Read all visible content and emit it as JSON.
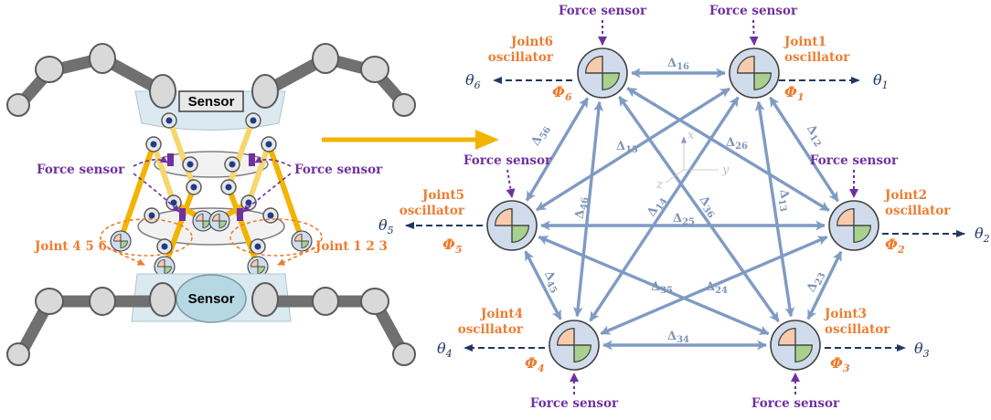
{
  "robot": {
    "top_sensor_label": "Sensor",
    "bottom_sensor_label": "Sensor",
    "force_sensor_left": "Force sensor",
    "force_sensor_right": "Force sensor",
    "joint_group_left": "Joint 4 5 6",
    "joint_group_right": "Joint 1 2 3"
  },
  "network": {
    "oscillators": [
      {
        "id": 1,
        "name_line1": "Joint1",
        "name_line2": "oscillator",
        "phi_sym": "Φ",
        "phi_sub": "1",
        "theta_sym": "θ",
        "theta_sub": "1",
        "force_label": "Force sensor"
      },
      {
        "id": 2,
        "name_line1": "Joint2",
        "name_line2": "oscillator",
        "phi_sym": "Φ",
        "phi_sub": "2",
        "theta_sym": "θ",
        "theta_sub": "2",
        "force_label": "Force sensor"
      },
      {
        "id": 3,
        "name_line1": "Joint3",
        "name_line2": "oscillator",
        "phi_sym": "Φ",
        "phi_sub": "3",
        "theta_sym": "θ",
        "theta_sub": "3",
        "force_label": "Force sensor"
      },
      {
        "id": 4,
        "name_line1": "Joint4",
        "name_line2": "oscillator",
        "phi_sym": "Φ",
        "phi_sub": "4",
        "theta_sym": "θ",
        "theta_sub": "4",
        "force_label": "Force sensor"
      },
      {
        "id": 5,
        "name_line1": "Joint5",
        "name_line2": "oscillator",
        "phi_sym": "Φ",
        "phi_sub": "5",
        "theta_sym": "θ",
        "theta_sub": "5",
        "force_label": "Force sensor"
      },
      {
        "id": 6,
        "name_line1": "Joint6",
        "name_line2": "oscillator",
        "phi_sym": "Φ",
        "phi_sub": "6",
        "theta_sym": "θ",
        "theta_sub": "6",
        "force_label": "Force sensor"
      }
    ],
    "couplings": [
      {
        "pair": "16",
        "label_sym": "Δ",
        "label_sub": "16"
      },
      {
        "pair": "12",
        "label_sym": "Δ",
        "label_sub": "12"
      },
      {
        "pair": "13",
        "label_sym": "Δ",
        "label_sub": "13"
      },
      {
        "pair": "14",
        "label_sym": "Δ",
        "label_sub": "14"
      },
      {
        "pair": "15",
        "label_sym": "Δ",
        "label_sub": "15"
      },
      {
        "pair": "23",
        "label_sym": "Δ",
        "label_sub": "23"
      },
      {
        "pair": "24",
        "label_sym": "Δ",
        "label_sub": "24"
      },
      {
        "pair": "25",
        "label_sym": "Δ",
        "label_sub": "25"
      },
      {
        "pair": "26",
        "label_sym": "Δ",
        "label_sub": "26"
      },
      {
        "pair": "34",
        "label_sym": "Δ",
        "label_sub": "34"
      },
      {
        "pair": "35",
        "label_sym": "Δ",
        "label_sub": "35"
      },
      {
        "pair": "36",
        "label_sym": "Δ",
        "label_sub": "36"
      },
      {
        "pair": "45",
        "label_sym": "Δ",
        "label_sub": "45"
      },
      {
        "pair": "46",
        "label_sym": "Δ",
        "label_sub": "46"
      },
      {
        "pair": "56",
        "label_sym": "Δ",
        "label_sub": "56"
      }
    ],
    "axes": {
      "x": "x",
      "y": "y",
      "z": "z"
    }
  },
  "colors": {
    "force_sensor": "#7030a0",
    "joint": "#ed7d31",
    "theta": "#1f3864",
    "coupling": "#7f9bc4",
    "node_fill": "#d0dcec",
    "quad_orange": "#f8cbad",
    "quad_green": "#a9d18e",
    "transition_arrow": "#f2b400",
    "sensor_plate": "#dbe9f0",
    "sensor_disk": "#b6d8e2"
  }
}
